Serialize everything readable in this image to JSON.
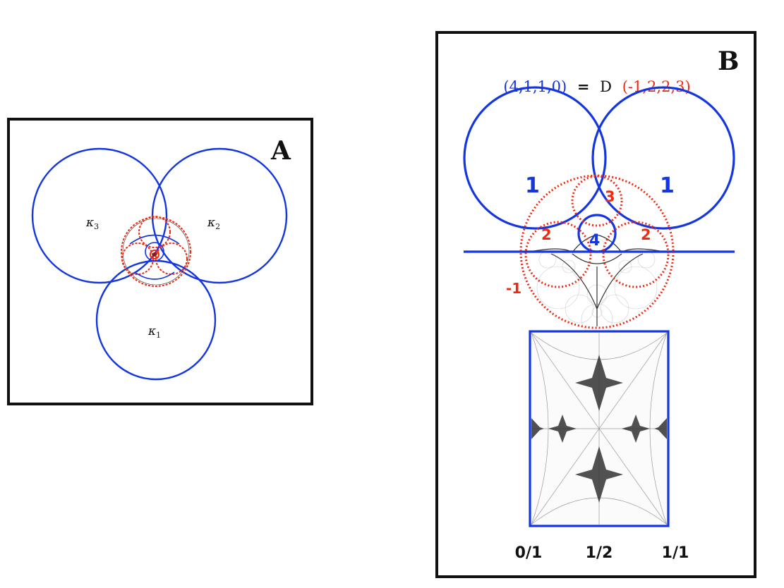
{
  "panel_a": {
    "letter": "A",
    "circles": [
      {
        "symbol": "κ",
        "subscript": "1"
      },
      {
        "symbol": "κ",
        "subscript": "2"
      },
      {
        "symbol": "κ",
        "subscript": "3"
      }
    ]
  },
  "panel_b": {
    "letter": "B",
    "equation": {
      "left_tuple": "(4,1,1,0)",
      "equals": "=",
      "operator": "D",
      "right_tuple": "(-1,2,2,3)"
    },
    "blue_curvatures": [
      "1",
      "1",
      "4"
    ],
    "red_curvatures": [
      "3",
      "2",
      "2",
      "-1"
    ],
    "x_axis_labels": [
      "0/1",
      "1/2",
      "1/1"
    ]
  },
  "colors": {
    "blue": "#1436e0",
    "red": "#ee2a12",
    "frame": "#111111"
  }
}
